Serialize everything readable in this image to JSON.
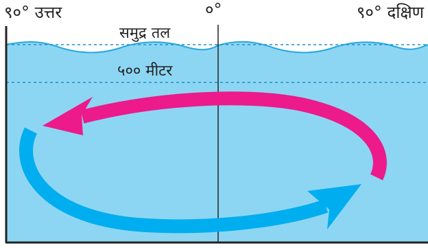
{
  "labels": {
    "north": "९०° उत्तर",
    "equator": "०°",
    "south": "९०° दक्षिण",
    "sea_level": "समुद्र तल",
    "depth": "५०० मीटर"
  },
  "colors": {
    "water": "#8dd6f3",
    "surface_line": "#27a8df",
    "upper_arrow": "#ec1a8b",
    "lower_arrow": "#00aeef",
    "axis": "#222222"
  },
  "icons": {
    "upper_arrow": "arrow-left-icon",
    "lower_arrow": "arrow-right-icon"
  }
}
